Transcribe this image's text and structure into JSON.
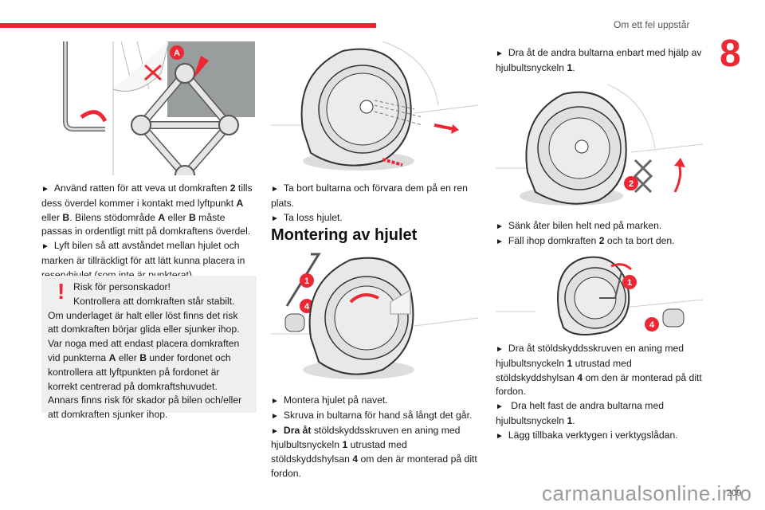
{
  "header": {
    "section_title": "Om ett fel uppstår",
    "chapter_number": "8",
    "accent_color": "#ee2833"
  },
  "left_column": {
    "illustration": "scissor-jack-under-lift-point-A",
    "callout_A": "A",
    "para1_a": "Använd ratten för att veva ut domkraften ",
    "para1_b": "2",
    "para1_c": " tills dess överdel kommer i kontakt med lyftpunkt ",
    "para1_d": "A",
    "para1_e": " eller ",
    "para1_f": "B",
    "para1_g": ". Bilens stödområde ",
    "para1_h": "A",
    "para1_i": " eller ",
    "para1_j": "B",
    "para1_k": " måste passas in ordentligt mitt på domkraftens överdel.",
    "para2": "Lyft bilen så att avståndet mellan hjulet och marken är tillräckligt för att lätt kunna placera in reservhjulet (som inte är punkterat).",
    "warning": {
      "icon": "!",
      "line1": "Risk för personskador!",
      "line2": "Kontrollera att domkraften står stabilt.",
      "body_a": "Om underlaget är halt eller löst finns det risk att domkraften börjar glida eller sjunker ihop. Var noga med att endast placera domkraften vid punkterna ",
      "body_b": "A",
      "body_c": " eller ",
      "body_d": "B",
      "body_e": " under fordonet och kontrollera att lyftpunkten på fordonet är korrekt centrerad på domkraftshuvudet. Annars finns risk för skador på bilen och/eller att domkraften sjunker ihop."
    }
  },
  "middle_column": {
    "illustration1": "wheel-bolts-removed",
    "para1": "Ta bort bultarna och förvara dem på en ren plats.",
    "para2": "Ta loss hjulet.",
    "heading": "Montering av hjulet",
    "illustration2": "mount-wheel-hand-tighten",
    "callout_1": "1",
    "callout_4": "4",
    "para3": "Montera hjulet på navet.",
    "para4": "Skruva in bultarna för hand så långt det går.",
    "para5_a": "Dra åt",
    "para5_b": " stöldskyddsskruven en aning med hjulbultsnyckeln ",
    "para5_c": "1",
    "para5_d": " utrustad med stöldskyddshylsan ",
    "para5_e": "4",
    "para5_f": " om den är monterad på ditt fordon."
  },
  "right_column": {
    "para1_a": "Dra åt de andra bultarna enbart med hjälp av hjulbultsnyckeln ",
    "para1_b": "1",
    "para1_c": ".",
    "illustration1": "lower-car-fold-jack",
    "callout_2": "2",
    "para2": "Sänk åter bilen helt ned på marken.",
    "para3_a": "Fäll ihop domkraften ",
    "para3_b": "2",
    "para3_c": " och ta bort den.",
    "illustration2": "tighten-antitheft-bolt",
    "callout_1": "1",
    "callout_4": "4",
    "para4_a": "Dra åt stöldskyddsskruven en aning med hjulbultsnyckeln ",
    "para4_b": "1",
    "para4_c": " utrustad med stöldskyddshylsan ",
    "para4_d": "4",
    "para4_e": " om den är monterad på ditt fordon.",
    "para5_a": " Dra helt fast de andra bultarna med hjulbultsnyckeln ",
    "para5_b": "1",
    "para5_c": ".",
    "para6": "Lägg tillbaka verktygen i verktygslådan."
  },
  "footer": {
    "page_number": "209",
    "watermark": "carmanualsonline.info"
  },
  "bullet_glyph": "►"
}
